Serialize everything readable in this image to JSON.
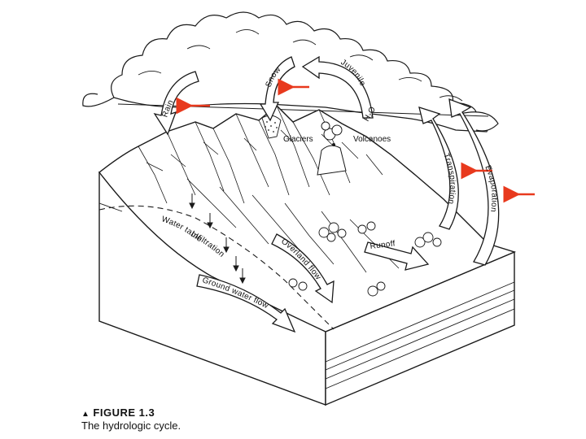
{
  "labels": {
    "rain": "Rain",
    "snow": "Snow",
    "juvenile": "Juvenile",
    "h2o": "H₂O",
    "glaciers": "Glaciers",
    "volcanoes": "Volcanoes",
    "transpiration": "Transpiration",
    "evaporation": "Evaporation",
    "water_table": "Water table",
    "infiltration": "Infiltration",
    "overland_flow": "Overland flow",
    "runoff": "Runoff",
    "ground_water_flow": "Ground water flow"
  },
  "caption": {
    "marker": "▲",
    "figure": "FIGURE 1.3",
    "text": "The hydrologic cycle."
  },
  "colors": {
    "highlight_arrow": "#e8391d",
    "line": "#1a1a1a"
  }
}
